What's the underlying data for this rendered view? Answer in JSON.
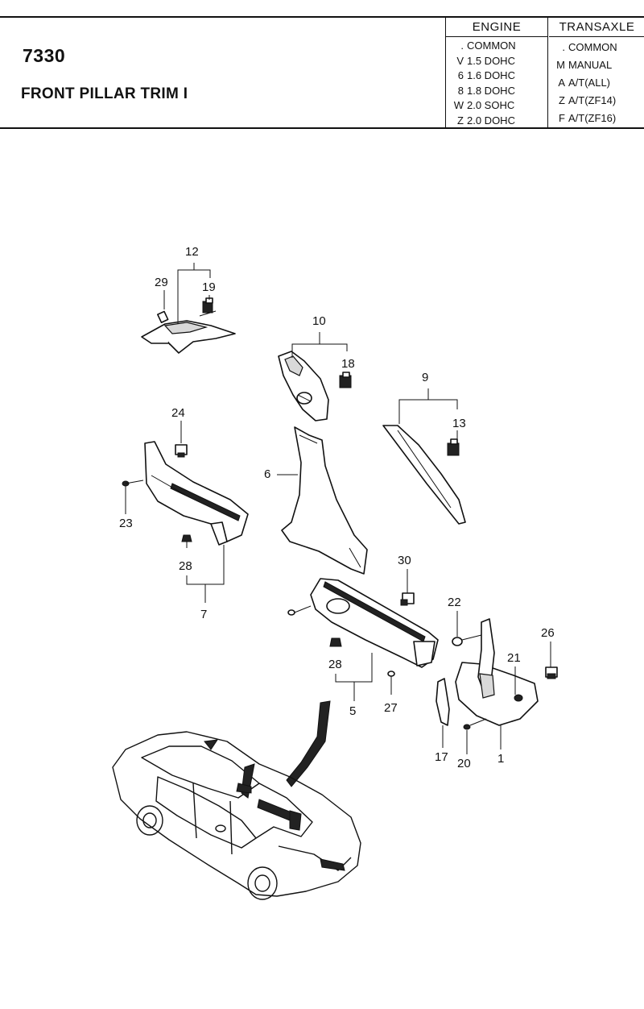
{
  "header": {
    "group_number": "7330",
    "group_title": "FRONT PILLAR TRIM I"
  },
  "engine_table": {
    "title": "ENGINE",
    "rows": [
      {
        "code": ".",
        "desc": "COMMON"
      },
      {
        "code": "V",
        "desc": "1.5 DOHC"
      },
      {
        "code": "6",
        "desc": "1.6 DOHC"
      },
      {
        "code": "8",
        "desc": "1.8 DOHC"
      },
      {
        "code": "W",
        "desc": "2.0 SOHC"
      },
      {
        "code": "Z",
        "desc": "2.0 DOHC"
      }
    ]
  },
  "transaxle_table": {
    "title": "TRANSAXLE",
    "rows": [
      {
        "code": ".",
        "desc": "COMMON"
      },
      {
        "code": "M",
        "desc": "MANUAL"
      },
      {
        "code": "A",
        "desc": "A/T(ALL)"
      },
      {
        "code": "Z",
        "desc": "A/T(ZF14)"
      },
      {
        "code": "F",
        "desc": "A/T(ZF16)"
      }
    ]
  },
  "callouts": {
    "c12": "12",
    "c29": "29",
    "c19": "19",
    "c10": "10",
    "c18": "18",
    "c9": "9",
    "c13": "13",
    "c24": "24",
    "c6": "6",
    "c23": "23",
    "c28a": "28",
    "c7": "7",
    "c30": "30",
    "c22": "22",
    "c26": "26",
    "c28b": "28",
    "c21": "21",
    "c5": "5",
    "c27": "27",
    "c17": "17",
    "c20": "20",
    "c1": "1"
  },
  "colors": {
    "ink": "#111111",
    "paper": "#ffffff",
    "shade": "#d9d9d9"
  }
}
